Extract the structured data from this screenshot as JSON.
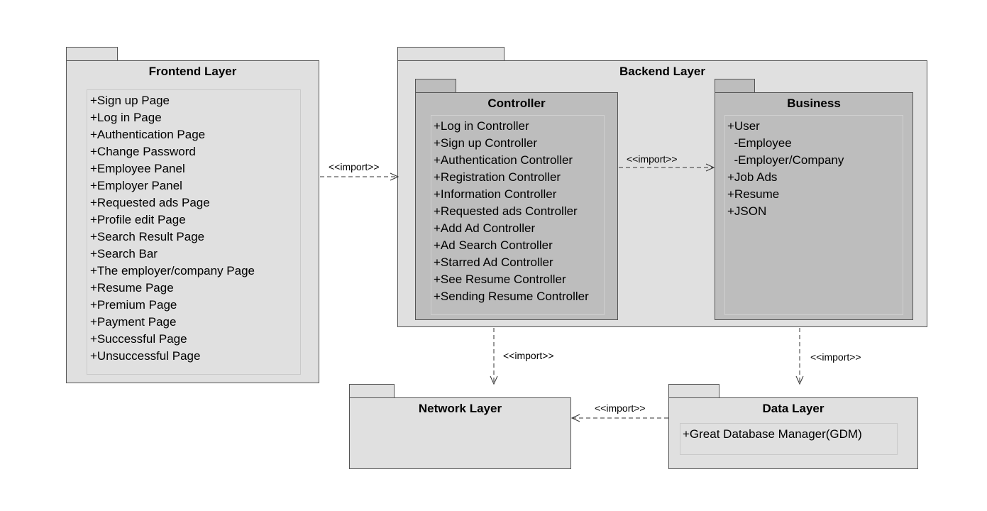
{
  "frontend": {
    "title": "Frontend Layer",
    "items": [
      "+Sign up Page",
      "+Log in Page",
      "+Authentication Page",
      "+Change Password",
      "+Employee Panel",
      "+Employer Panel",
      "+Requested ads Page",
      "+Profile edit Page",
      "+Search Result Page",
      "+Search Bar",
      "+The employer/company Page",
      "+Resume Page",
      "+Premium Page",
      "+Payment Page",
      "+Successful Page",
      "+Unsuccessful Page"
    ]
  },
  "backend": {
    "title": "Backend Layer",
    "controller": {
      "title": "Controller",
      "items": [
        "+Log in Controller",
        "+Sign up Controller",
        "+Authentication Controller",
        "+Registration Controller",
        "+Information Controller",
        "+Requested ads Controller",
        "+Add Ad Controller",
        "+Ad Search Controller",
        "+Starred Ad Controller",
        "+See Resume Controller",
        "+Sending Resume Controller"
      ]
    },
    "business": {
      "title": "Business",
      "items": [
        "+User",
        "  -Employee",
        "  -Employer/Company",
        "+Job Ads",
        "+Resume",
        "+JSON"
      ]
    }
  },
  "network": {
    "title": "Network Layer"
  },
  "data_layer": {
    "title": "Data Layer",
    "items": [
      "+Great Database Manager(GDM)"
    ]
  },
  "relations": {
    "frontend_to_backend": "<<import>>",
    "controller_to_business": "<<import>>",
    "backend_to_network": "<<import>>",
    "backend_to_data": "<<import>>",
    "data_to_network": "<<import>>"
  }
}
